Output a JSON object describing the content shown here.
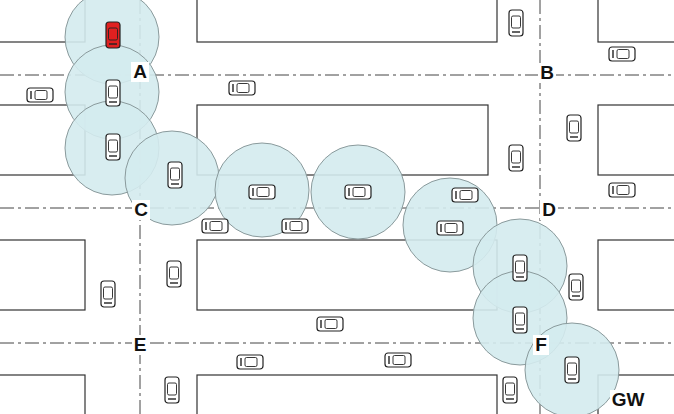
{
  "diagram": {
    "labels": [
      "A",
      "B",
      "C",
      "D",
      "E",
      "F",
      "GW"
    ]
  }
}
